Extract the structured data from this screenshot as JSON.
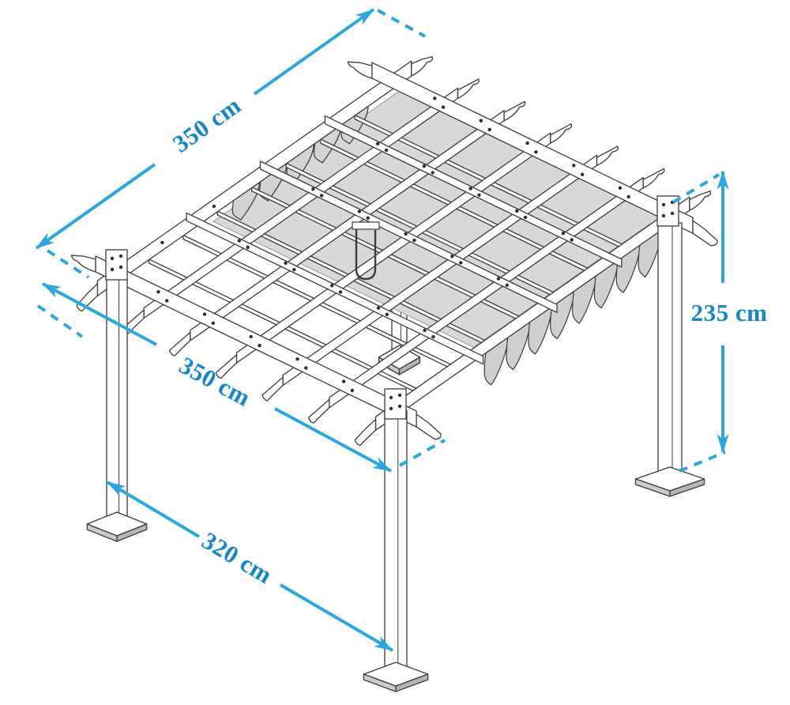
{
  "diagram": {
    "subject": "pergola with retractable scalloped canopy",
    "view": "isometric line illustration with dimension arrows",
    "units": "cm"
  },
  "dimensions": {
    "roof_back_left": {
      "label": "350 cm",
      "value": 350,
      "measures": "roof back-left edge (rafter length)"
    },
    "roof_front_left": {
      "label": "350 cm",
      "value": 350,
      "measures": "roof front-left edge (header length)"
    },
    "post_spacing_front": {
      "label": "320 cm",
      "value": 320,
      "measures": "distance between front posts at ground"
    },
    "post_height": {
      "label": "235 cm",
      "value": 235,
      "measures": "post height"
    }
  },
  "colors": {
    "dimension_line": "#2ca6dc",
    "dimension_text": "#1886c3",
    "line_art": "#3b3b3b",
    "canopy_fabric": "#d7d9d8",
    "background": "#ffffff"
  }
}
